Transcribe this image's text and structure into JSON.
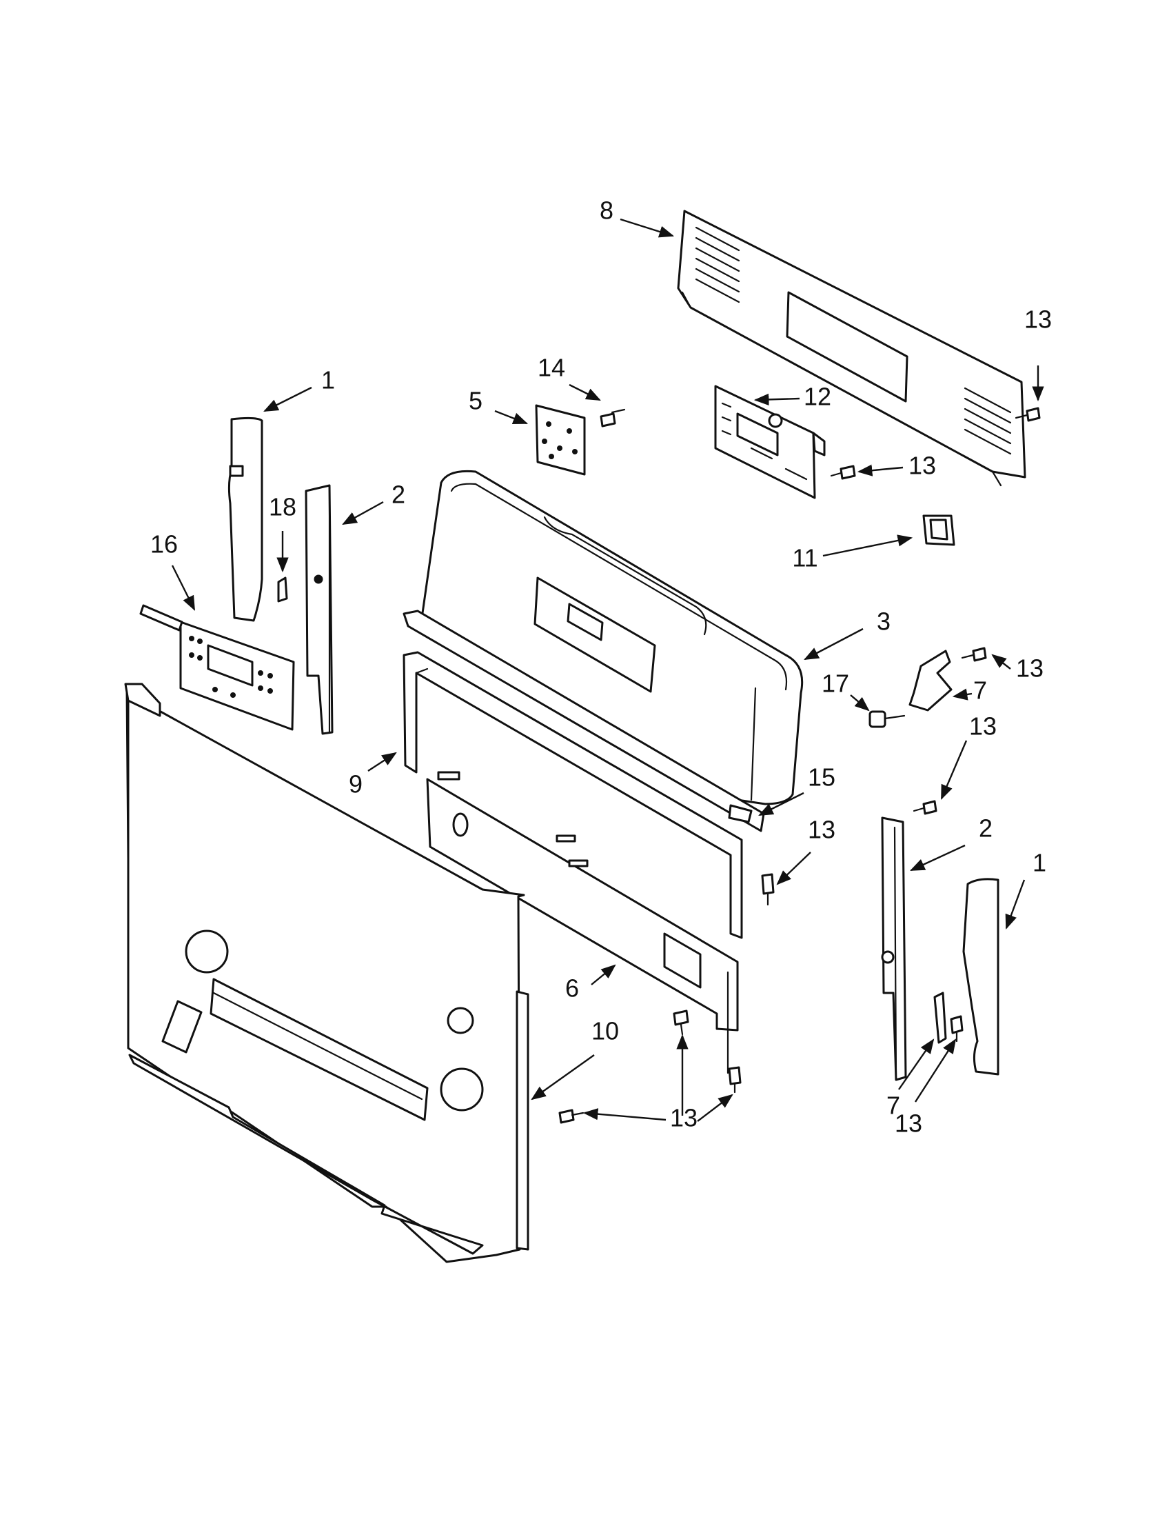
{
  "diagram": {
    "colors": {
      "line": "#111111",
      "background": "#ffffff"
    },
    "callouts": [
      {
        "id": "c8",
        "label": "8"
      },
      {
        "id": "c13a",
        "label": "13"
      },
      {
        "id": "c1a",
        "label": "1"
      },
      {
        "id": "c14",
        "label": "14"
      },
      {
        "id": "c5",
        "label": "5"
      },
      {
        "id": "c12",
        "label": "12"
      },
      {
        "id": "c13b",
        "label": "13"
      },
      {
        "id": "c2a",
        "label": "2"
      },
      {
        "id": "c18",
        "label": "18"
      },
      {
        "id": "c16",
        "label": "16"
      },
      {
        "id": "c11",
        "label": "11"
      },
      {
        "id": "c3",
        "label": "3"
      },
      {
        "id": "c13c",
        "label": "13"
      },
      {
        "id": "c17",
        "label": "17"
      },
      {
        "id": "c7a",
        "label": "7"
      },
      {
        "id": "c9",
        "label": "9"
      },
      {
        "id": "c13d",
        "label": "13"
      },
      {
        "id": "c15",
        "label": "15"
      },
      {
        "id": "c13e",
        "label": "13"
      },
      {
        "id": "c2b",
        "label": "2"
      },
      {
        "id": "c1b",
        "label": "1"
      },
      {
        "id": "c6",
        "label": "6"
      },
      {
        "id": "c10",
        "label": "10"
      },
      {
        "id": "c13f",
        "label": "13"
      },
      {
        "id": "c7b",
        "label": "7"
      },
      {
        "id": "c13g",
        "label": "13"
      }
    ]
  }
}
